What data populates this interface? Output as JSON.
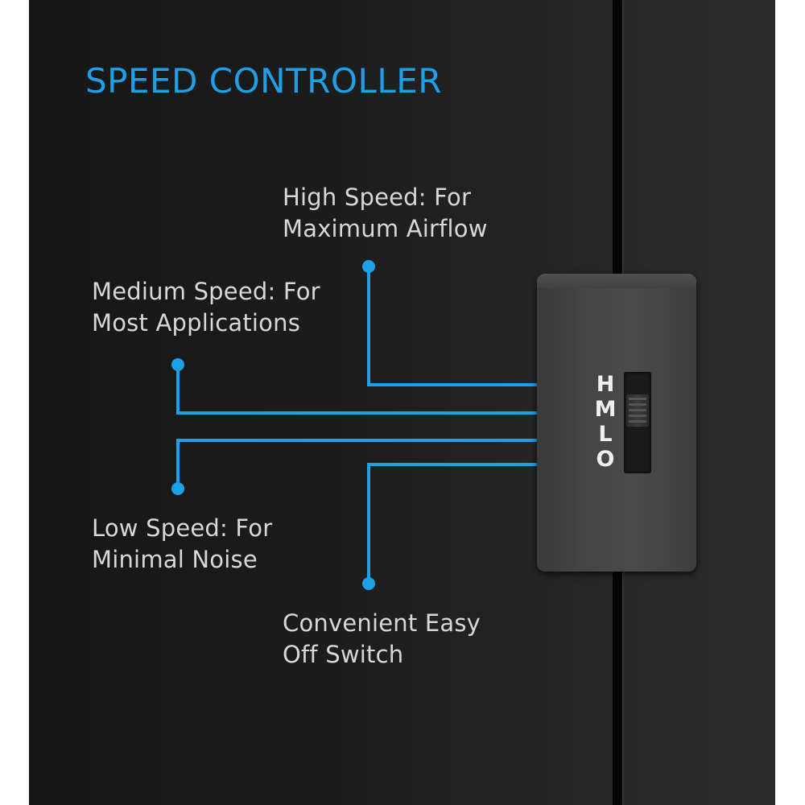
{
  "title": "SPEED CONTROLLER",
  "callouts": {
    "high": {
      "line1": "High Speed: For",
      "line2": "Maximum Airflow"
    },
    "medium": {
      "line1": "Medium Speed: For",
      "line2": "Most Applications"
    },
    "low": {
      "line1": "Low Speed: For",
      "line2": "Minimal Noise"
    },
    "off": {
      "line1": "Convenient Easy",
      "line2": "Off Switch"
    }
  },
  "switch_labels": [
    "H",
    "M",
    "L",
    "O"
  ],
  "colors": {
    "accent": "#1ea0e8",
    "text": "#d8d8d8",
    "background": "#1c1c1c"
  }
}
